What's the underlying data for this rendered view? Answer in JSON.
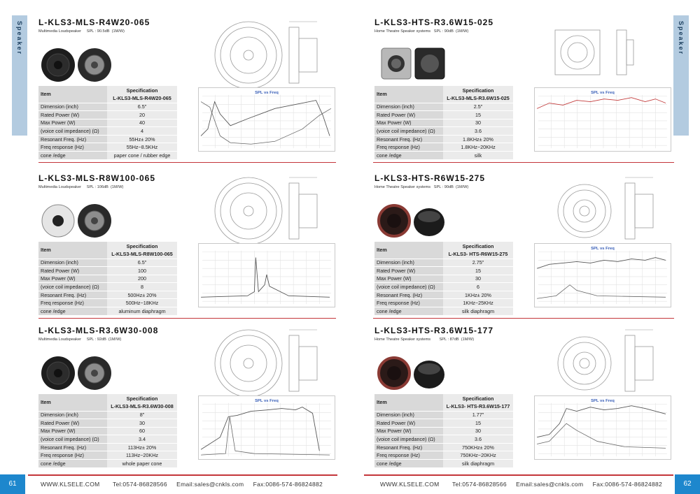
{
  "side_tab": {
    "label": "Speaker"
  },
  "products": [
    {
      "title": "L-KLS3-MLS-R4W20-065",
      "subtitle": "Multimedia Loudspeaker     SPL : 90.5dB  (1M/W)",
      "spec_header": "Item",
      "spec_label": "Specification",
      "model": "L-KLS3-MLS-R4W20-065",
      "rows": [
        {
          "k": "Dimension  (inch)",
          "v": "6.5\""
        },
        {
          "k": "Rated Power   (W)",
          "v": "20"
        },
        {
          "k": "Max Power  (W)",
          "v": "40"
        },
        {
          "k": "(voice coil impedance) (Ω)",
          "v": "4"
        },
        {
          "k": "Resonant Freq.   (Hz)",
          "v": "55Hz± 20%"
        },
        {
          "k": "Freq response   (Hz)",
          "v": "55Hz~8.5KHz"
        },
        {
          "k": "cone /edge",
          "v": "paper cone / rubber edge"
        }
      ],
      "chart_title": "SPL vs Freq"
    },
    {
      "title": "L-KLS3-HTS-R3.6W15-025",
      "subtitle": "Home Theatre Speaker systems   SPL : 90dB  (1M/W)",
      "spec_header": "Item",
      "spec_label": "Specification",
      "model": "L-KLS3-MLS-R3.6W15-025",
      "rows": [
        {
          "k": "Dimension  (inch)",
          "v": "2.5\""
        },
        {
          "k": "Rated Power   (W)",
          "v": "15"
        },
        {
          "k": "Max Power  (W)",
          "v": "30"
        },
        {
          "k": "(voice coil impedance) (Ω)",
          "v": "3.6"
        },
        {
          "k": "Resonant Freq.   (Hz)",
          "v": "1.8KHz± 20%"
        },
        {
          "k": "Freq response   (Hz)",
          "v": "1.8KHz~20KHz"
        },
        {
          "k": "cone /edge",
          "v": "silk"
        }
      ],
      "chart_title": "SPL vs Freq"
    },
    {
      "title": "L-KLS3-MLS-R8W100-065",
      "subtitle": "Multimedia Loudspeaker     SPL : 106dB  (1M/W)",
      "spec_header": "Item",
      "spec_label": "Specification",
      "model": "L-KLS3-MLS-R8W100-065",
      "rows": [
        {
          "k": "Dimension  (inch)",
          "v": "6.5\""
        },
        {
          "k": "Rated Power   (W)",
          "v": "100"
        },
        {
          "k": "Max Power  (W)",
          "v": "200"
        },
        {
          "k": "(voice coil impedance) (Ω)",
          "v": "8"
        },
        {
          "k": "Resonant Freq.   (Hz)",
          "v": "500Hz± 20%"
        },
        {
          "k": "Freq response   (Hz)",
          "v": "500Hz~18KHz"
        },
        {
          "k": "cone /edge",
          "v": "aluminum diaphragm"
        }
      ],
      "chart_title": ""
    },
    {
      "title": "L-KLS3-HTS-R6W15-275",
      "subtitle": "Home Theatre Speaker systems   SPL : 90dB  (1M/W)",
      "spec_header": "Item",
      "spec_label": "Specification",
      "model": "L-KLS3- HTS-R6W15-275",
      "rows": [
        {
          "k": "Dimension  (inch)",
          "v": "2.75\""
        },
        {
          "k": "Rated Power   (W)",
          "v": "15"
        },
        {
          "k": "Max Power  (W)",
          "v": "30"
        },
        {
          "k": "(voice coil impedance) (Ω)",
          "v": "6"
        },
        {
          "k": "Resonant Freq.   (Hz)",
          "v": "1KHz± 20%"
        },
        {
          "k": "Freq response   (Hz)",
          "v": "1KHz~25KHz"
        },
        {
          "k": "cone /edge",
          "v": "silk diaphragm"
        }
      ],
      "chart_title": "SPL vs Freq"
    },
    {
      "title": "L-KLS3-MLS-R3.6W30-008",
      "subtitle": "Multimedia Loudspeaker     SPL : 92dB  (1M/W)",
      "spec_header": "Item",
      "spec_label": "Specification",
      "model": "L-KLS3-MLS-R3.6W30-008",
      "rows": [
        {
          "k": "Dimension  (inch)",
          "v": "8\""
        },
        {
          "k": "Rated Power   (W)",
          "v": "30"
        },
        {
          "k": "Max Power  (W)",
          "v": "60"
        },
        {
          "k": "(voice coil impedance) (Ω)",
          "v": "3.4"
        },
        {
          "k": "Resonant Freq.   (Hz)",
          "v": "113Hz± 20%"
        },
        {
          "k": "Freq response   (Hz)",
          "v": "113Hz~20KHz"
        },
        {
          "k": "cone /edge",
          "v": "whole paper cone"
        }
      ],
      "chart_title": "SPL vs Freq"
    },
    {
      "title": "L-KLS3-HTS-R3.6W15-177",
      "subtitle": "Home Theatre Speaker systems        SPL : 87dB  (1M/W)",
      "spec_header": "Item",
      "spec_label": "Specification",
      "model": "L-KLS3- HTS-R3.6W15-177",
      "rows": [
        {
          "k": "Dimension  (inch)",
          "v": "1.77\""
        },
        {
          "k": "Rated Power   (W)",
          "v": "15"
        },
        {
          "k": "Max Power  (W)",
          "v": "30"
        },
        {
          "k": "(voice coil impedance) (Ω)",
          "v": "3.6"
        },
        {
          "k": "Resonant Freq.   (Hz)",
          "v": "750KHz± 20%"
        },
        {
          "k": "Freq response   (Hz)",
          "v": "750KHz~20KHz"
        },
        {
          "k": "cone /edge",
          "v": "silk diaphragm"
        }
      ],
      "chart_title": "SPL vs Freq"
    }
  ],
  "footer": {
    "left": "WWW.KLSELE.COM       Tel:0574-86828566     Email:sales@cnkls.com     Fax:0086-574-86824882",
    "right": "WWW.KLSELE.COM       Tel:0574-86828566     Email:sales@cnkls.com     Fax:0086-574-86824882",
    "page_left": "61",
    "page_right": "62"
  },
  "colors": {
    "accent": "#c4353a",
    "tab": "#b3cbe0",
    "page_badge": "#1d87cd",
    "chart_title": "#3a60b8"
  }
}
